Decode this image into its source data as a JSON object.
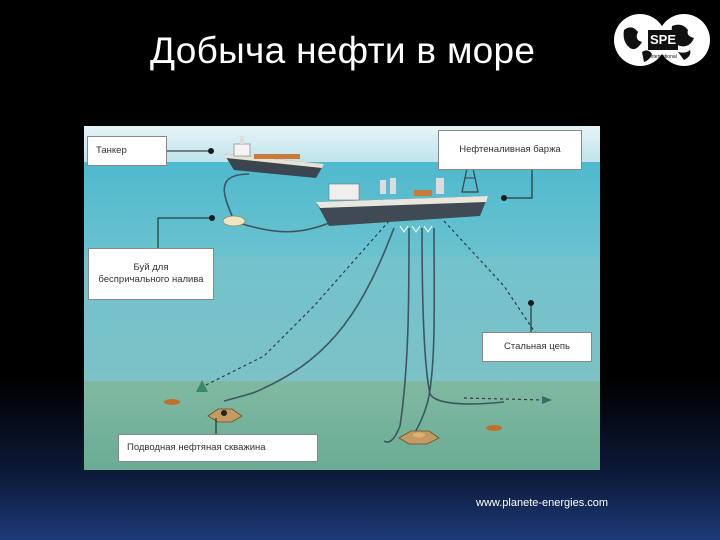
{
  "slide": {
    "title": "Добыча нефти в море",
    "source": "www.planete-energies.com"
  },
  "logo": {
    "text": "SPE",
    "subtext": "International"
  },
  "labels": {
    "tanker": "Танкер",
    "barge": "Нефтеналивная баржа",
    "buoy": "Буй для беспричального налива",
    "chain": "Стальная цепь",
    "well": "Подводная нефтяная скважина"
  },
  "colors": {
    "sky": "#cbe9f0",
    "surface_water": "#5bbfd2",
    "deep_water": "#7ec2c6",
    "seabed": "#76b49c",
    "hull": "#3f4a55"
  }
}
